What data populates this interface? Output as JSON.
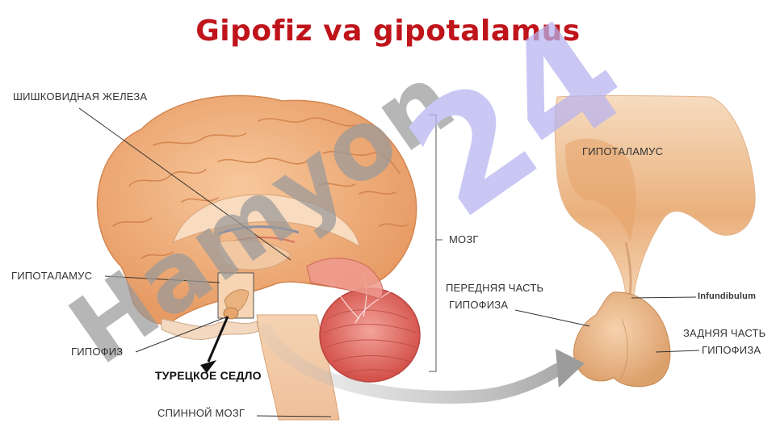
{
  "title": "Gipofiz va gipotalamus",
  "labels": {
    "pineal_gland": "ШИШКОВИДНАЯ ЖЕЛЕЗА",
    "hypothalamus_left": "ГИПОТАЛАМУС",
    "pituitary_left": "ГИПОФИЗ",
    "sella_turcica": "ТУРЕЦКОЕ СЕДЛО",
    "spinal_cord": "СПИННОЙ МОЗГ",
    "brain": "МОЗГ",
    "anterior_pituitary_line1": "ПЕРЕДНЯЯ ЧАСТЬ",
    "anterior_pituitary_line2": "ГИПОФИЗА",
    "hypothalamus_right": "ГИПОТАЛАМУС",
    "infundibulum": "Infundibulum",
    "posterior_pituitary_line1": "ЗАДНЯЯ ЧАСТЬ",
    "posterior_pituitary_line2": "ГИПОФИЗА"
  },
  "watermark": {
    "text": "Hamyon",
    "number": "24"
  },
  "colors": {
    "title": "#c0141b",
    "brain": "#f2b07c",
    "brain_dark": "#d98a55",
    "cerebellum": "#e06c63",
    "pituitary": "#e9b27e",
    "watermark_gray": "#9a9a9a",
    "watermark_purple": "#b7b2f0"
  }
}
